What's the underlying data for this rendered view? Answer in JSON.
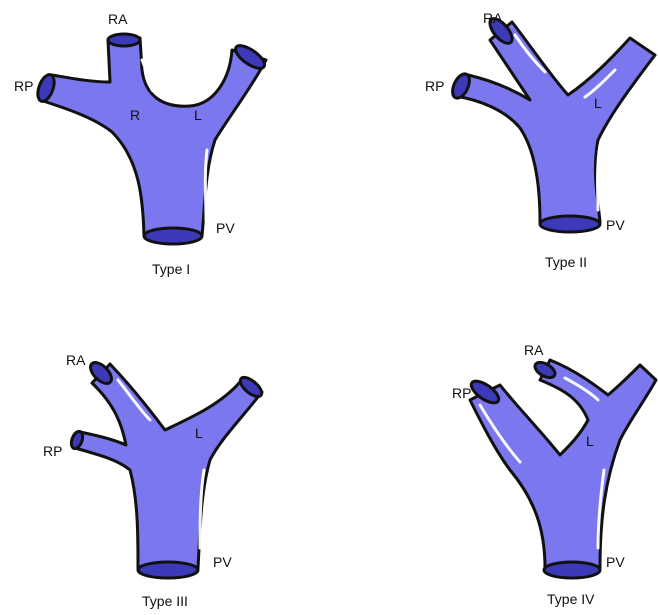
{
  "panels": [
    {
      "title": "Type I",
      "labels": {
        "ra": "RA",
        "rp": "RP",
        "r": "R",
        "l": "L",
        "pv": "PV"
      }
    },
    {
      "title": "Type II",
      "labels": {
        "ra": "RA",
        "rp": "RP",
        "l": "L",
        "pv": "PV"
      }
    },
    {
      "title": "Type III",
      "labels": {
        "ra": "RA",
        "rp": "RP",
        "l": "L",
        "pv": "PV"
      }
    },
    {
      "title": "Type IV",
      "labels": {
        "ra": "RA",
        "rp": "RP",
        "l": "L",
        "pv": "PV"
      }
    }
  ],
  "colors": {
    "vessel": "#7a77ef",
    "orifice": "#3c3ab8",
    "outline": "#111111"
  }
}
